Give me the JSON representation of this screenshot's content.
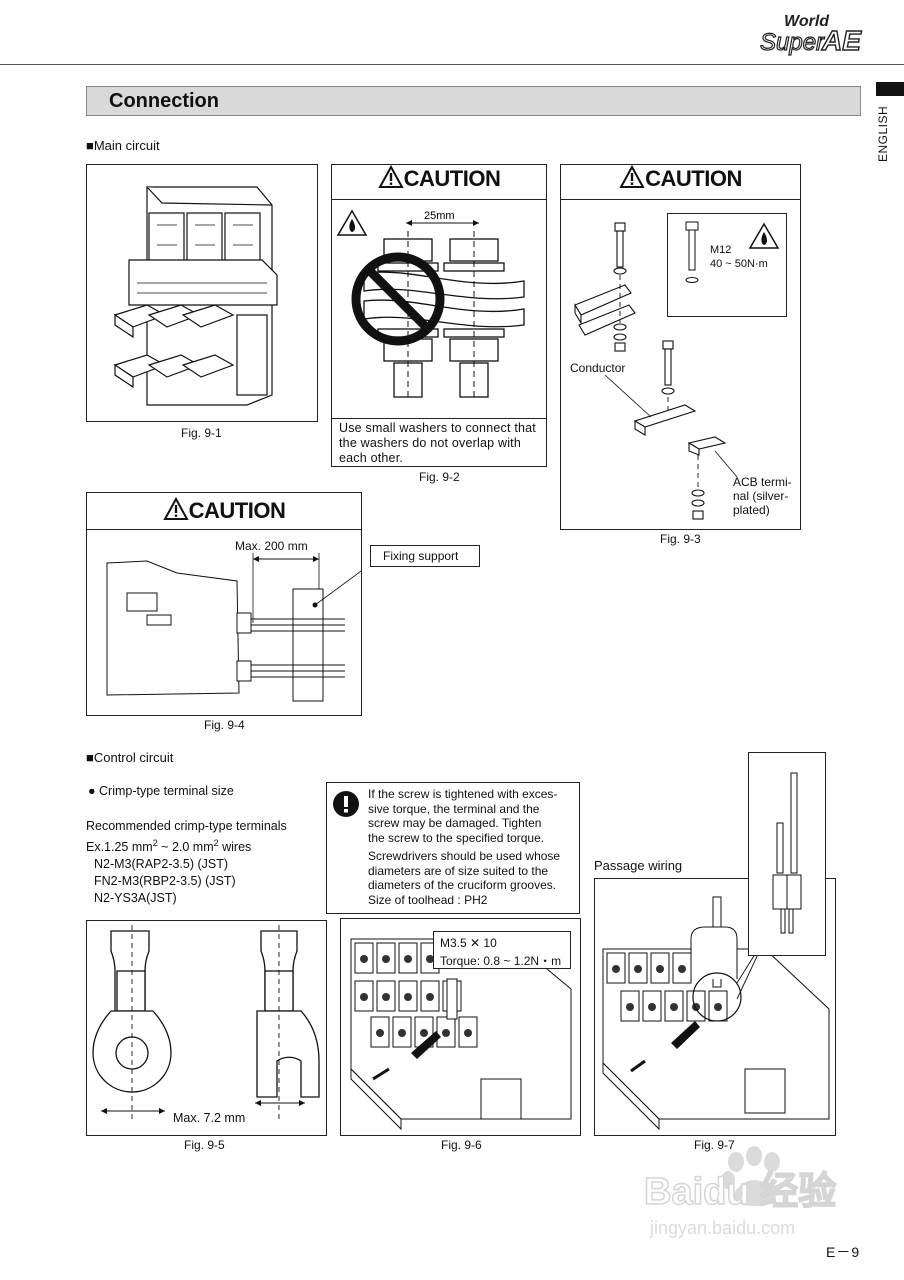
{
  "header": {
    "logo_world": "World",
    "logo_super": "Super",
    "logo_ae": "AE",
    "side_tab": "ENGLISH"
  },
  "title": "Connection",
  "main_circuit": {
    "heading": "■Main circuit",
    "fig1_caption": "Fig. 9-1",
    "fig2": {
      "caution": "CAUTION",
      "dimension": "25mm",
      "note": [
        "Use small washers to connect that",
        "the washers do not overlap with",
        "each other."
      ],
      "caption": "Fig. 9-2"
    },
    "fig3": {
      "caution": "CAUTION",
      "bolt_size": "M12",
      "torque": "40 ~ 50N·m",
      "conductor_label": "Conductor",
      "acb_label": [
        "ACB termi-",
        "nal (silver-",
        "plated)"
      ],
      "caption": "Fig. 9-3"
    },
    "fig4": {
      "caution": "CAUTION",
      "dimension": "Max. 200 mm",
      "fixing_support": "Fixing support",
      "caption": "Fig. 9-4"
    }
  },
  "control_circuit": {
    "heading": "■Control circuit",
    "crimp_heading": "● Crimp-type terminal size",
    "recommended": "Recommended crimp-type terminals",
    "ex_prefix": "Ex.1.25 mm",
    "ex_sup1": "2",
    "ex_mid": " ~ 2.0 mm",
    "ex_sup2": "2",
    "ex_suffix": " wires",
    "terminals": [
      "N2-M3(RAP2-3.5) (JST)",
      "FN2-M3(RBP2-3.5) (JST)",
      "N2-YS3A(JST)"
    ],
    "warning": {
      "para1": [
        "If the screw is tightened with exces-",
        "sive torque, the terminal and the",
        "screw may be damaged.  Tighten",
        "the screw to the specified torque."
      ],
      "para2": [
        "Screwdrivers should be used whose",
        "diameters are of size suited to the",
        "diameters of the cruciform grooves.",
        "Size of toolhead : PH2"
      ]
    },
    "fig5": {
      "max_label": "Max. 7.2 mm",
      "caption": "Fig. 9-5"
    },
    "fig6": {
      "spec1": "M3.5 ✕ 10",
      "spec2": "Torque: 0.8 ~ 1.2N・m",
      "caption": "Fig. 9-6"
    },
    "fig7": {
      "passage_label": "Passage wiring",
      "caption": "Fig. 9-7"
    }
  },
  "watermark": {
    "brand": "Baidu 经验",
    "url": "jingyan.baidu.com"
  },
  "page_number": "E－9"
}
